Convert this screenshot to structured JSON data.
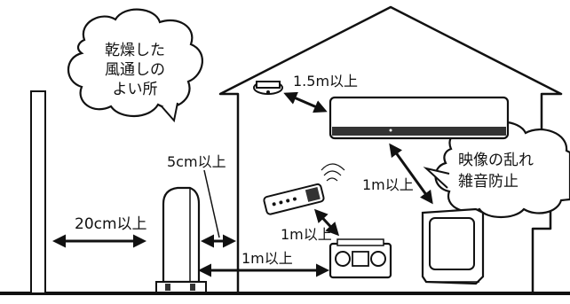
{
  "clouds": {
    "dry": [
      "乾燥した",
      "風通しの",
      "よい所"
    ],
    "interference": [
      "映像の乱れ",
      "雑音防止"
    ]
  },
  "distances": {
    "wall_side": "20cm以上",
    "pillar_gap": "5cm以上",
    "smoke_detector": "1.5m以上",
    "tv": "1m以上",
    "remote": "1m以上",
    "radio": "1m以上"
  },
  "icons": [
    "cloud-bubble",
    "smoke-detector-icon",
    "air-conditioner-icon",
    "remote-control-icon",
    "tv-icon",
    "radio-icon",
    "outdoor-unit-icon",
    "double-arrow-icon"
  ]
}
